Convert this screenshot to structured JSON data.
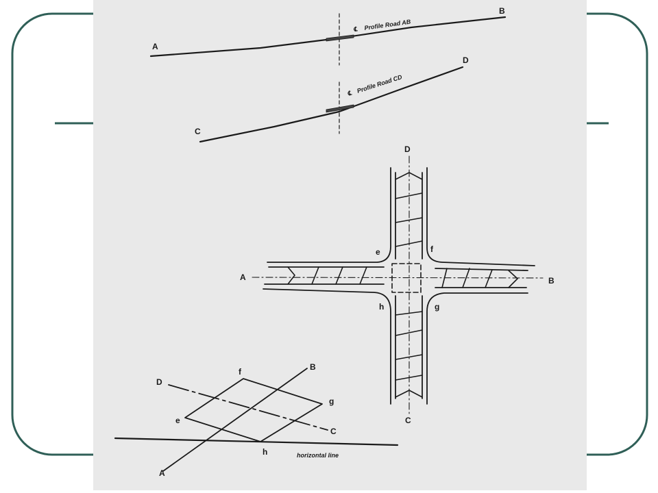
{
  "slide": {
    "frame_color": "#2f5f57",
    "scan_background": "#e9e9e9",
    "ink_color": "#1a1a1a"
  },
  "profiles": {
    "road_ab": {
      "start_label": "A",
      "end_label": "B",
      "caption_symbol": "℄",
      "caption": "Profile Road AB"
    },
    "road_cd": {
      "start_label": "C",
      "end_label": "D",
      "caption_symbol": "℄",
      "caption": "Profile Road CD"
    }
  },
  "plan": {
    "road_north_label": "D",
    "road_south_label": "C",
    "road_west_label": "A",
    "road_east_label": "B",
    "corner_nw": "e",
    "corner_ne": "f",
    "corner_se": "g",
    "corner_sw": "h"
  },
  "contour_diagram": {
    "line_ab_end_label": "B",
    "line_ab_start_label": "A",
    "line_cd_start_label": "D",
    "line_cd_end_label": "C",
    "vertex_e": "e",
    "vertex_f": "f",
    "vertex_g": "g",
    "vertex_h": "h",
    "baseline_label": "horizontal line"
  }
}
